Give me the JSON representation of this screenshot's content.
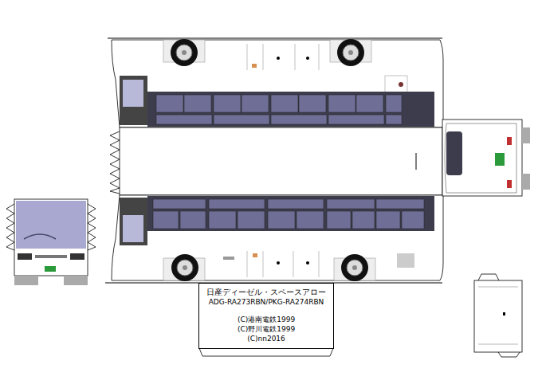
{
  "diagram": {
    "nodes": [
      {
        "text": [
          "日産ディーゼル・スペースアロー",
          "ADG-RA273RBN/PKG-RA274RBN",
          "(C)港南電鉄1999",
          "(C)野川電鉄1999",
          "(C)nn2016"
        ]
      }
    ]
  }
}
